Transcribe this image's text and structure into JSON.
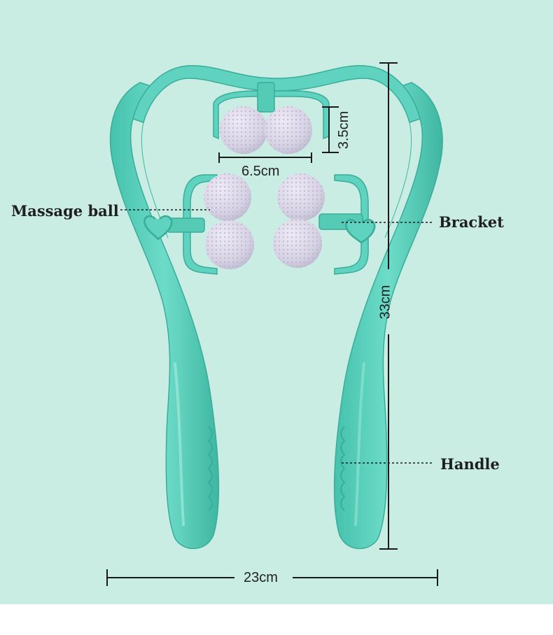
{
  "labels": {
    "massage_ball": "Massage ball",
    "bracket": "Bracket",
    "handle": "Handle"
  },
  "dimensions": {
    "ball_width": "6.5cm",
    "ball_height": "3.5cm",
    "total_height": "33cm",
    "total_width": "23cm"
  },
  "colors": {
    "background": "#c9ece3",
    "device": "#5fd3bf",
    "device_dark": "#3fb9a4",
    "ball": "#d9d6e6",
    "line": "#1a1a1a"
  }
}
